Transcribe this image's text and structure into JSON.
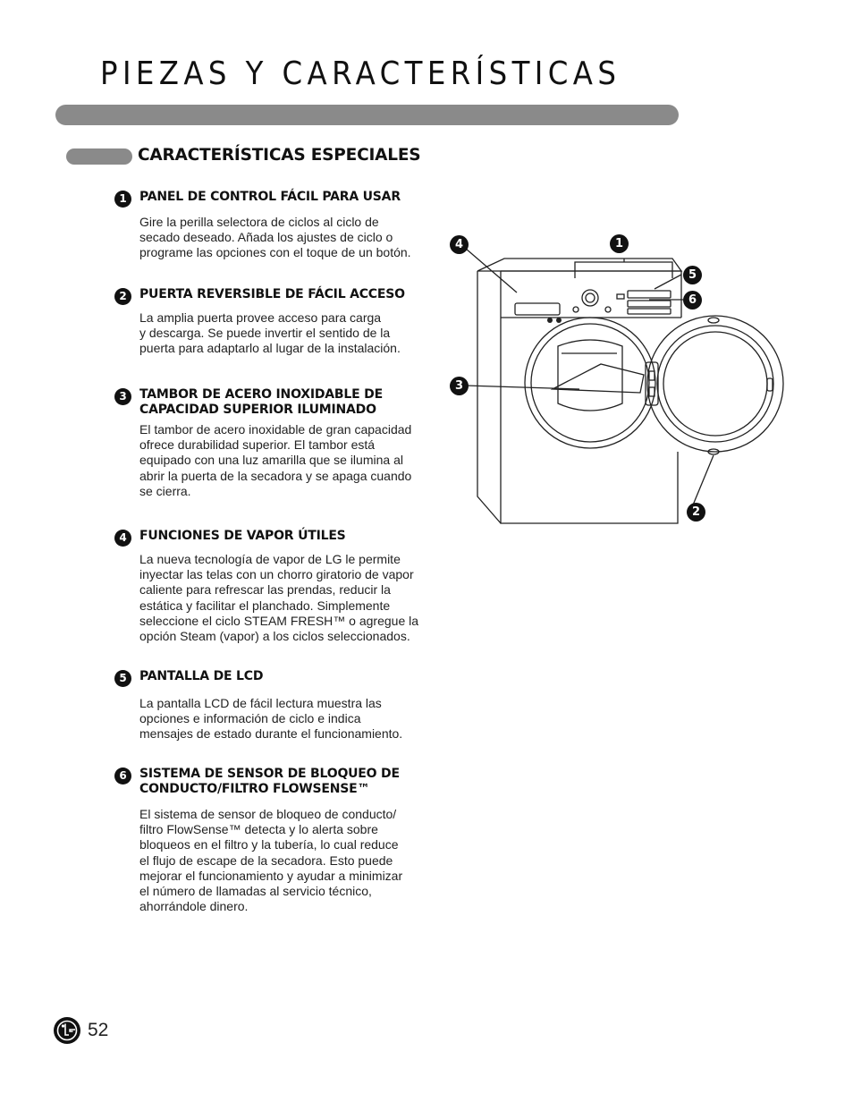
{
  "page": {
    "title": "PIEZAS Y CARACTERÍSTICAS",
    "section_title": "CARACTERÍSTICAS ESPECIALES",
    "page_number": "52"
  },
  "features": [
    {
      "num": "1",
      "title": "PANEL DE CONTROL FÁCIL PARA USAR",
      "body": "Gire la perilla selectora de ciclos al ciclo de\nsecado deseado. Añada los ajustes de ciclo o\nprograme las opciones con el toque de un botón."
    },
    {
      "num": "2",
      "title": "PUERTA REVERSIBLE DE FÁCIL ACCESO",
      "body": "La amplia puerta provee acceso para carga\ny descarga. Se puede invertir el sentido de la\npuerta para adaptarlo al lugar de la instalación."
    },
    {
      "num": "3",
      "title": "TAMBOR DE ACERO INOXIDABLE DE CAPACIDAD SUPERIOR ILUMINADO",
      "body": "El tambor de acero inoxidable de gran capacidad\nofrece durabilidad superior. El tambor está\nequipado con una luz amarilla que se ilumina al\nabrir la puerta de la secadora y se apaga cuando\nse cierra."
    },
    {
      "num": "4",
      "title": "FUNCIONES DE VAPOR ÚTILES",
      "body": "La nueva tecnología de vapor de LG le permite\ninyectar las telas con un chorro giratorio de vapor\ncaliente para refrescar las prendas, reducir la\nestática y facilitar el planchado.  Simplemente\nseleccione el ciclo STEAM FRESH™ o agregue la\nopción Steam (vapor) a los ciclos seleccionados."
    },
    {
      "num": "5",
      "title": "PANTALLA DE LCD",
      "body": "La pantalla LCD de fácil lectura muestra las\nopciones e información de ciclo e indica\nmensajes de estado durante el funcionamiento."
    },
    {
      "num": "6",
      "title": "SISTEMA DE SENSOR DE BLOQUEO DE CONDUCTO/FILTRO FLOWSENSE™",
      "body": "El sistema de sensor de bloqueo de conducto/\nfiltro FlowSense™ detecta y lo alerta sobre\nbloqueos en el filtro y la tubería, lo cual reduce\nel flujo de escape de la secadora. Esto puede\nmejorar el funcionamiento y ayudar a minimizar\nel número de llamadas al servicio técnico,\nahorrándole dinero."
    }
  ],
  "diagram": {
    "callouts": [
      "4",
      "1",
      "5",
      "6",
      "3",
      "2"
    ]
  },
  "colors": {
    "bar": "#8a8a8a",
    "text": "#111111",
    "badge": "#111111"
  },
  "icons": [
    "lg-logo-icon"
  ]
}
